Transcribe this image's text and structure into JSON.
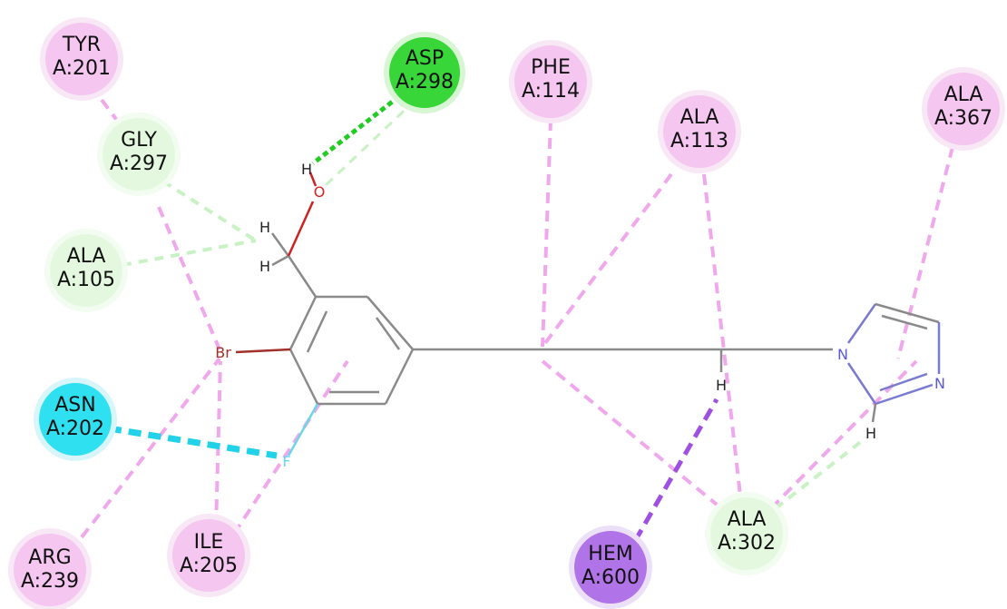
{
  "residues": [
    {
      "id": "tyr201",
      "name": "TYR",
      "num": "A:201",
      "kind": "alkyl"
    },
    {
      "id": "asp298",
      "name": "ASP",
      "num": "A:298",
      "kind": "hbond"
    },
    {
      "id": "phe114",
      "name": "PHE",
      "num": "A:114",
      "kind": "alkyl"
    },
    {
      "id": "ala367",
      "name": "ALA",
      "num": "A:367",
      "kind": "alkyl"
    },
    {
      "id": "gly297",
      "name": "GLY",
      "num": "A:297",
      "kind": "vdw"
    },
    {
      "id": "ala113",
      "name": "ALA",
      "num": "A:113",
      "kind": "alkyl"
    },
    {
      "id": "ala105",
      "name": "ALA",
      "num": "A:105",
      "kind": "vdw"
    },
    {
      "id": "asn202",
      "name": "ASN",
      "num": "A:202",
      "kind": "halogen"
    },
    {
      "id": "arg239",
      "name": "ARG",
      "num": "A:239",
      "kind": "alkyl"
    },
    {
      "id": "ile205",
      "name": "ILE",
      "num": "A:205",
      "kind": "alkyl"
    },
    {
      "id": "hem600",
      "name": "HEM",
      "num": "A:600",
      "kind": "sigma"
    },
    {
      "id": "ala302",
      "name": "ALA",
      "num": "A:302",
      "kind": "vdw"
    }
  ],
  "atoms": {
    "h_oh": "H",
    "o": "O",
    "h1": "H",
    "h2": "H",
    "br": "Br",
    "f": "F",
    "h_ch": "H",
    "n1": "N",
    "n2": "N",
    "h_im": "H"
  },
  "colors": {
    "alkyl_fill": "#f4c6f0",
    "alkyl_line": "#f0a8ec",
    "vdw_fill": "#e4f8e0",
    "vdw_line": "#c8f2c4",
    "hbond_fill": "#38d638",
    "hbond_line": "#22cc22",
    "halogen_fill": "#2ee0f0",
    "halogen_line": "#22d2e8",
    "sigma_fill": "#b173e8",
    "sigma_line": "#a050e0",
    "bond": "#8a8a8a"
  }
}
